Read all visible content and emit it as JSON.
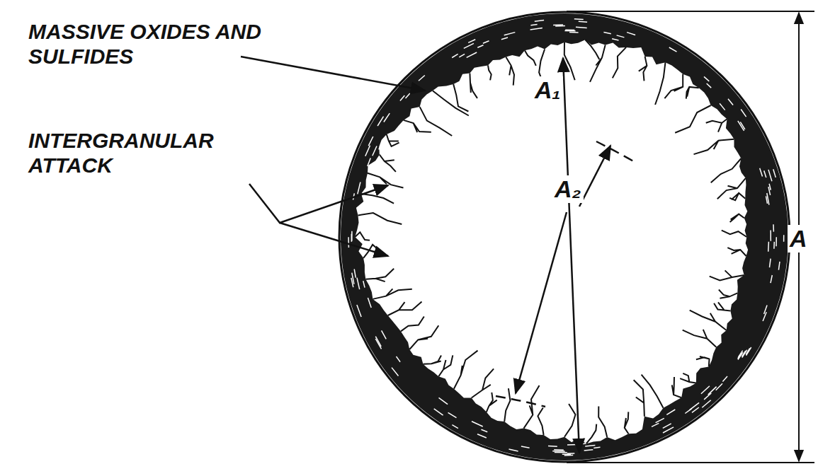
{
  "diagram": {
    "labels": [
      "MASSIVE OXIDES AND SULFIDES",
      "INTERGRANULAR ATTACK",
      "A₁",
      "A₂",
      "A"
    ]
  }
}
